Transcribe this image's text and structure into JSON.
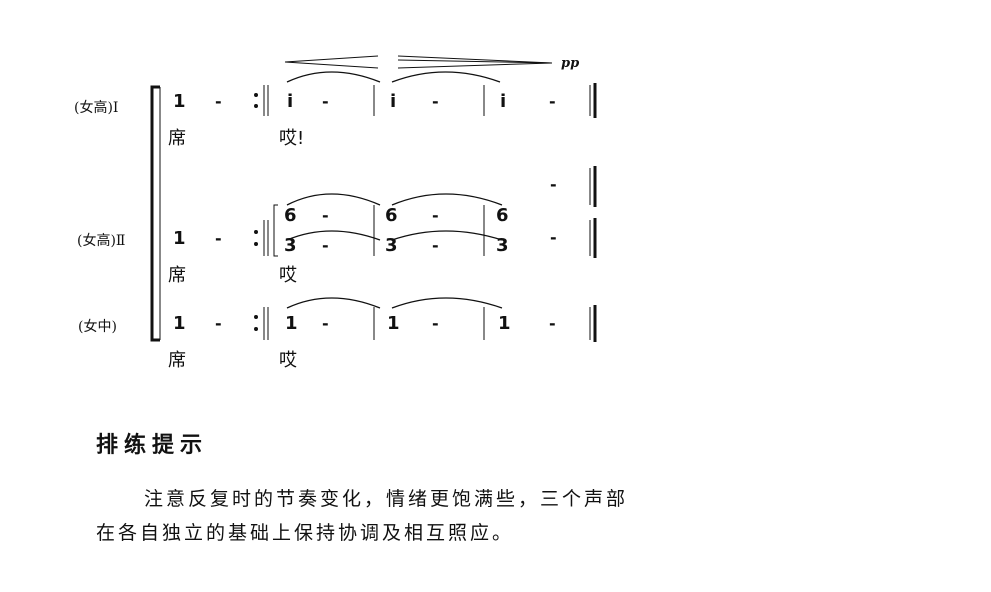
{
  "voices": [
    {
      "label": "(女高)Ⅰ",
      "pickup": {
        "note": "1",
        "dash": "-"
      },
      "measures": [
        {
          "note": "i",
          "dash": "-"
        },
        {
          "note": "i",
          "dash": "-"
        },
        {
          "note": "i",
          "dash": "-"
        }
      ],
      "lyrics": [
        "席",
        "哎!"
      ]
    },
    {
      "label": "(女高)Ⅱ",
      "pickup": {
        "note": "1",
        "dash": "-"
      },
      "upper_measures": [
        {
          "note": "6",
          "dash": "-"
        },
        {
          "note": "6",
          "dash": "-"
        },
        {
          "note": "6",
          "dash": "-"
        }
      ],
      "lower_measures": [
        {
          "note": "3",
          "dash": "-"
        },
        {
          "note": "3",
          "dash": "-"
        },
        {
          "note": "3",
          "dash": "-"
        }
      ],
      "lyrics": [
        "席",
        "哎"
      ]
    },
    {
      "label": "(女中)",
      "pickup": {
        "note": "1",
        "dash": "-"
      },
      "measures": [
        {
          "note": "1",
          "dash": "-"
        },
        {
          "note": "1",
          "dash": "-"
        },
        {
          "note": "1",
          "dash": "-"
        }
      ],
      "lyrics": [
        "席",
        "哎"
      ]
    }
  ],
  "dynamic": "pp",
  "tips": {
    "heading": "排练提示",
    "line1": "注意反复时的节奏变化，情绪更饱满些，三个声部",
    "line2": "在各自独立的基础上保持协调及相互照应。"
  }
}
